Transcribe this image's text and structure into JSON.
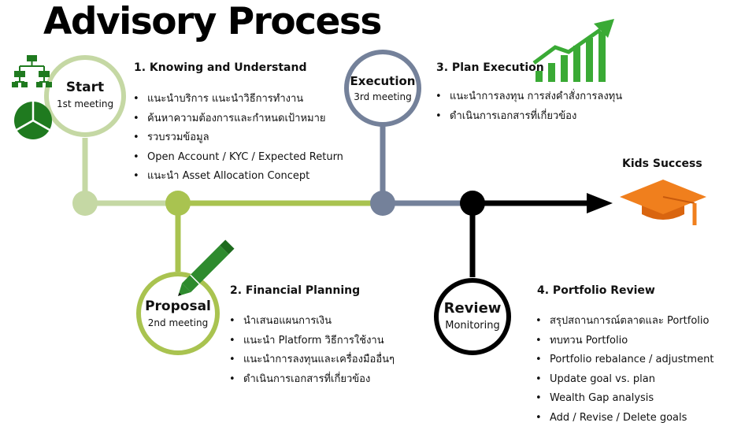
{
  "title": "Advisory Process",
  "stages": {
    "start": {
      "name": "Start",
      "sub": "1st meeting",
      "color": "#c5d8a4"
    },
    "proposal": {
      "name": "Proposal",
      "sub": "2nd meeting",
      "color": "#a9c350"
    },
    "execution": {
      "name": "Execution",
      "sub": "3rd meeting",
      "color": "#74819a"
    },
    "review": {
      "name": "Review",
      "sub": "Monitoring",
      "color": "#000000"
    }
  },
  "sections": [
    {
      "title": "1. Knowing and Understand",
      "items": [
        "แนะนำบริการ แนะนำวิธีการทำงาน",
        "ค้นหาความต้องการและกำหนดเป้าหมาย",
        "รวบรวมข้อมูล",
        "Open Account / KYC / Expected Return",
        "แนะนำ Asset Allocation Concept"
      ]
    },
    {
      "title": "2. Financial Planning",
      "items": [
        "นำเสนอแผนการเงิน",
        "แนะนำ Platform วิธีการใช้งาน",
        "แนะนำการลงทุนและเครื่องมืออื่นๆ",
        "ดำเนินการเอกสารที่เกี่ยวข้อง"
      ]
    },
    {
      "title": "3. Plan Execution",
      "items": [
        "แนะนำการลงทุน การส่งคำสั่งการลงทุน",
        "ดำเนินการเอกสารที่เกี่ยวข้อง"
      ]
    },
    {
      "title": "4. Portfolio Review",
      "items": [
        "สรุปสถานการณ์ตลาดและ Portfolio",
        "ทบทวน Portfolio",
        "Portfolio rebalance / adjustment",
        "Update goal vs. plan",
        "Wealth Gap analysis",
        "Add / Revise / Delete goals"
      ]
    }
  ],
  "goal": "Kids Success",
  "colors": {
    "icon_green": "#1f7a1f",
    "chart_green": "#3aaa35",
    "pencil_green": "#2e8b2e",
    "cap_orange": "#f07f1d"
  },
  "icons": [
    "org-chart-icon",
    "pie-chart-icon",
    "growth-chart-icon",
    "pencil-icon",
    "graduation-cap-icon"
  ]
}
